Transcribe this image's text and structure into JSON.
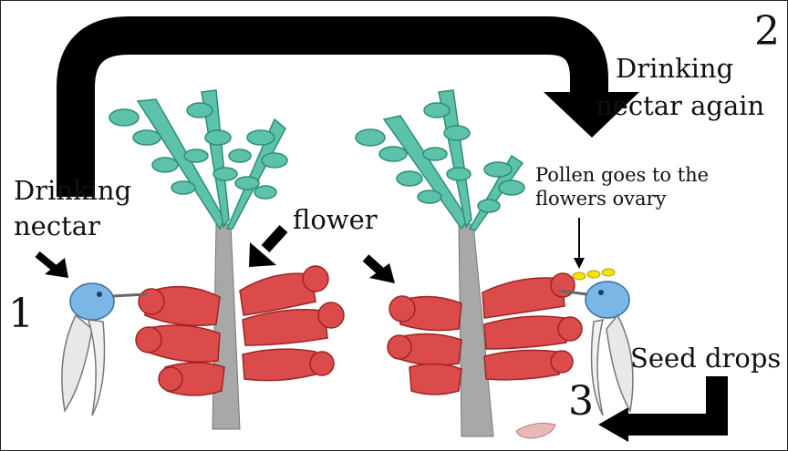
{
  "steps": [
    {
      "number": "1",
      "label_line1": "Drinking",
      "label_line2": "nectar"
    },
    {
      "number": "2",
      "label_line1": "Drinking",
      "label_line2": "nectar again"
    },
    {
      "number": "3",
      "label": "Seed drops"
    }
  ],
  "flower_label": "flower",
  "pollen_note": {
    "line1": "Pollen goes to the",
    "line2": "flowers ovary"
  },
  "colors": {
    "arrow": "#000000",
    "flower": "#d94a4a",
    "leaves": "#4fb8a0",
    "stem": "#9a9a9a",
    "bird": "#6aa8d8",
    "pollen": "#f5e400",
    "seed": "#e8b4b4"
  }
}
